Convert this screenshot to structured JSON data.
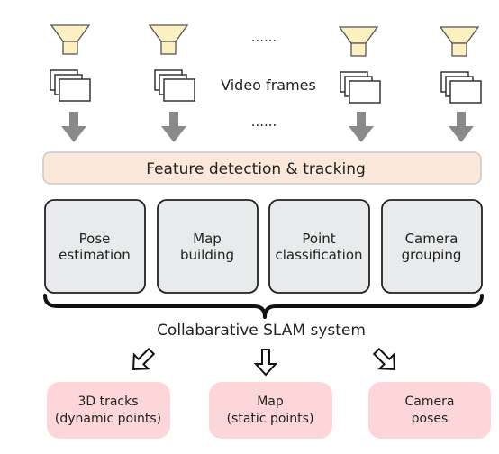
{
  "cameras_ellipsis_top": "......",
  "cameras_ellipsis_bottom": "......",
  "video_frames_label": "Video frames",
  "feature_box": {
    "label": "Feature detection & tracking",
    "fill": "#fce8da",
    "stroke": "#c8c8c8"
  },
  "modules": [
    {
      "line1": "Pose",
      "line2": "estimation"
    },
    {
      "line1": "Map",
      "line2": "building"
    },
    {
      "line1": "Point",
      "line2": "classification"
    },
    {
      "line1": "Camera",
      "line2": "grouping"
    }
  ],
  "module_style": {
    "fill": "#e8eaeb",
    "stroke": "#222222"
  },
  "system_label": "Collabarative SLAM system",
  "outputs": [
    {
      "line1": "3D tracks",
      "line2": "(dynamic points)"
    },
    {
      "line1": "Map",
      "line2": "(static points)"
    },
    {
      "line1": "Camera",
      "line2": "poses"
    }
  ],
  "output_style": {
    "fill": "#fcd6d8"
  },
  "camera_style": {
    "fill": "#fdf0c0",
    "stroke": "#555555"
  },
  "arrow_style": {
    "fill": "#8a8a8a"
  }
}
